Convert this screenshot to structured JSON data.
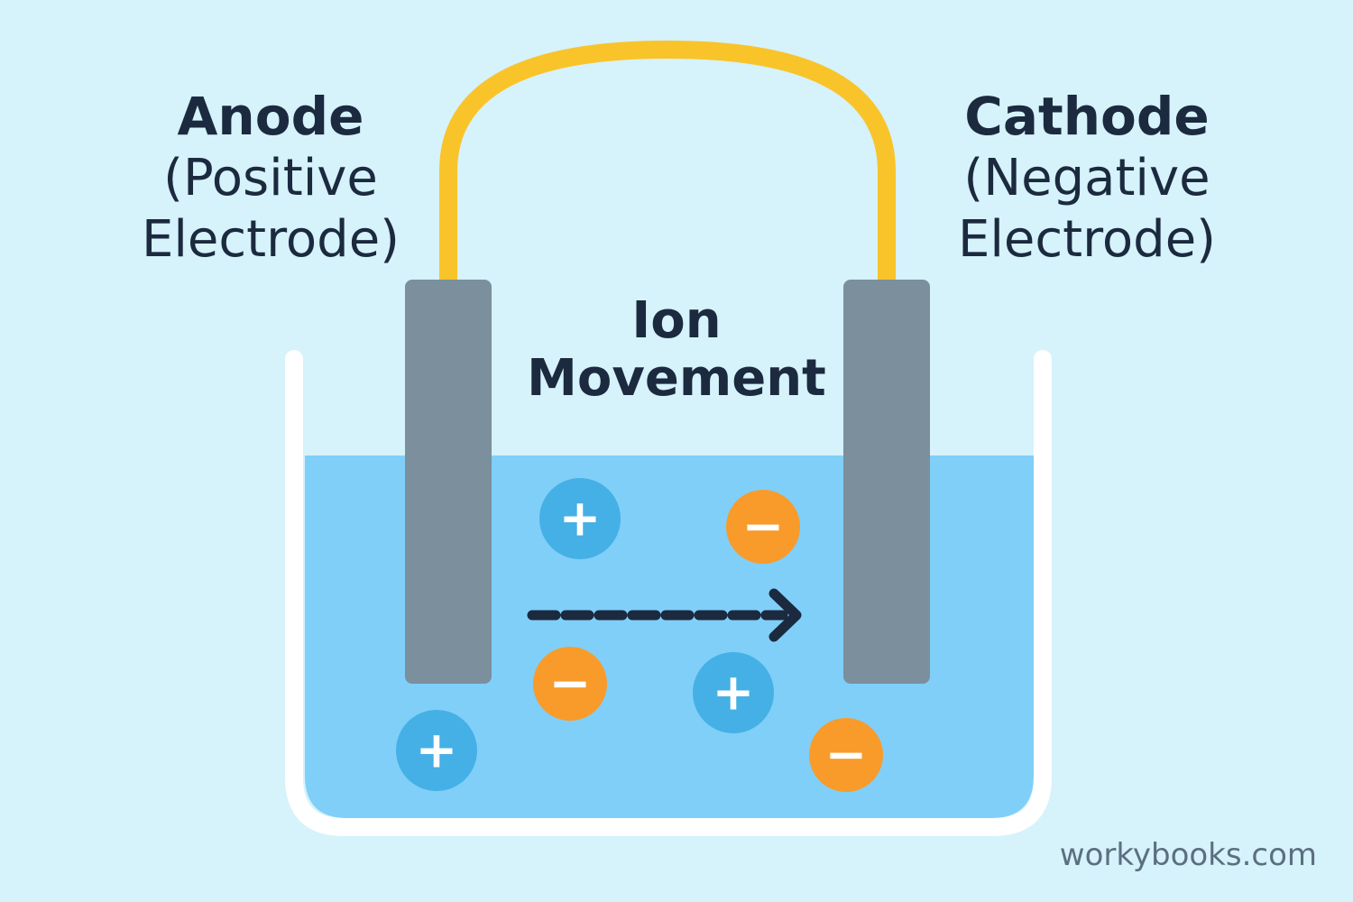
{
  "anode": {
    "title": "Anode",
    "subtitle_line1": "(Positive",
    "subtitle_line2": "Electrode)"
  },
  "cathode": {
    "title": "Cathode",
    "subtitle_line1": "(Negative",
    "subtitle_line2": "Electrode)"
  },
  "ion_movement": {
    "line1": "Ion",
    "line2": "Movement"
  },
  "ions": {
    "positive_symbol": "+",
    "negative_symbol": "−",
    "list": [
      {
        "charge": "positive"
      },
      {
        "charge": "negative"
      },
      {
        "charge": "negative"
      },
      {
        "charge": "positive"
      },
      {
        "charge": "positive"
      },
      {
        "charge": "negative"
      }
    ]
  },
  "arrow_direction": "right",
  "watermark": "workybooks.com",
  "colors": {
    "background": "#d6f2fb",
    "electrolyte": "#80cff8",
    "beaker": "#ffffff",
    "wire": "#f8c42a",
    "electrode": "#7b8f9d",
    "positive_ion": "#45b0e5",
    "negative_ion": "#f89b2a",
    "text": "#1b2a3e"
  }
}
